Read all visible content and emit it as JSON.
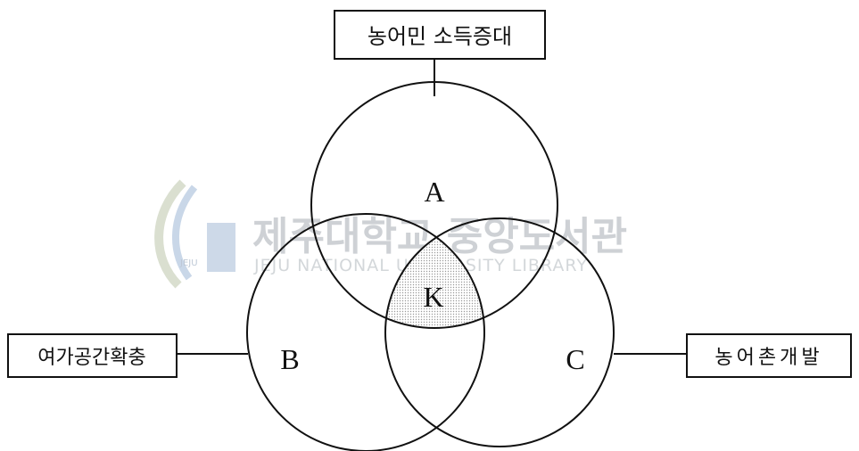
{
  "diagram": {
    "boxes": {
      "top": "농어민 소득증대",
      "left": "여가공간확충",
      "right": "농어촌개발"
    },
    "circles": {
      "a": "A",
      "b": "B",
      "c": "C",
      "center": "K"
    }
  },
  "watermark": {
    "title": "제주대학교 중앙도서관",
    "subtitle": "JEJU NATIONAL UNIVERSITY LIBRARY",
    "logo_text": "JEJU"
  }
}
